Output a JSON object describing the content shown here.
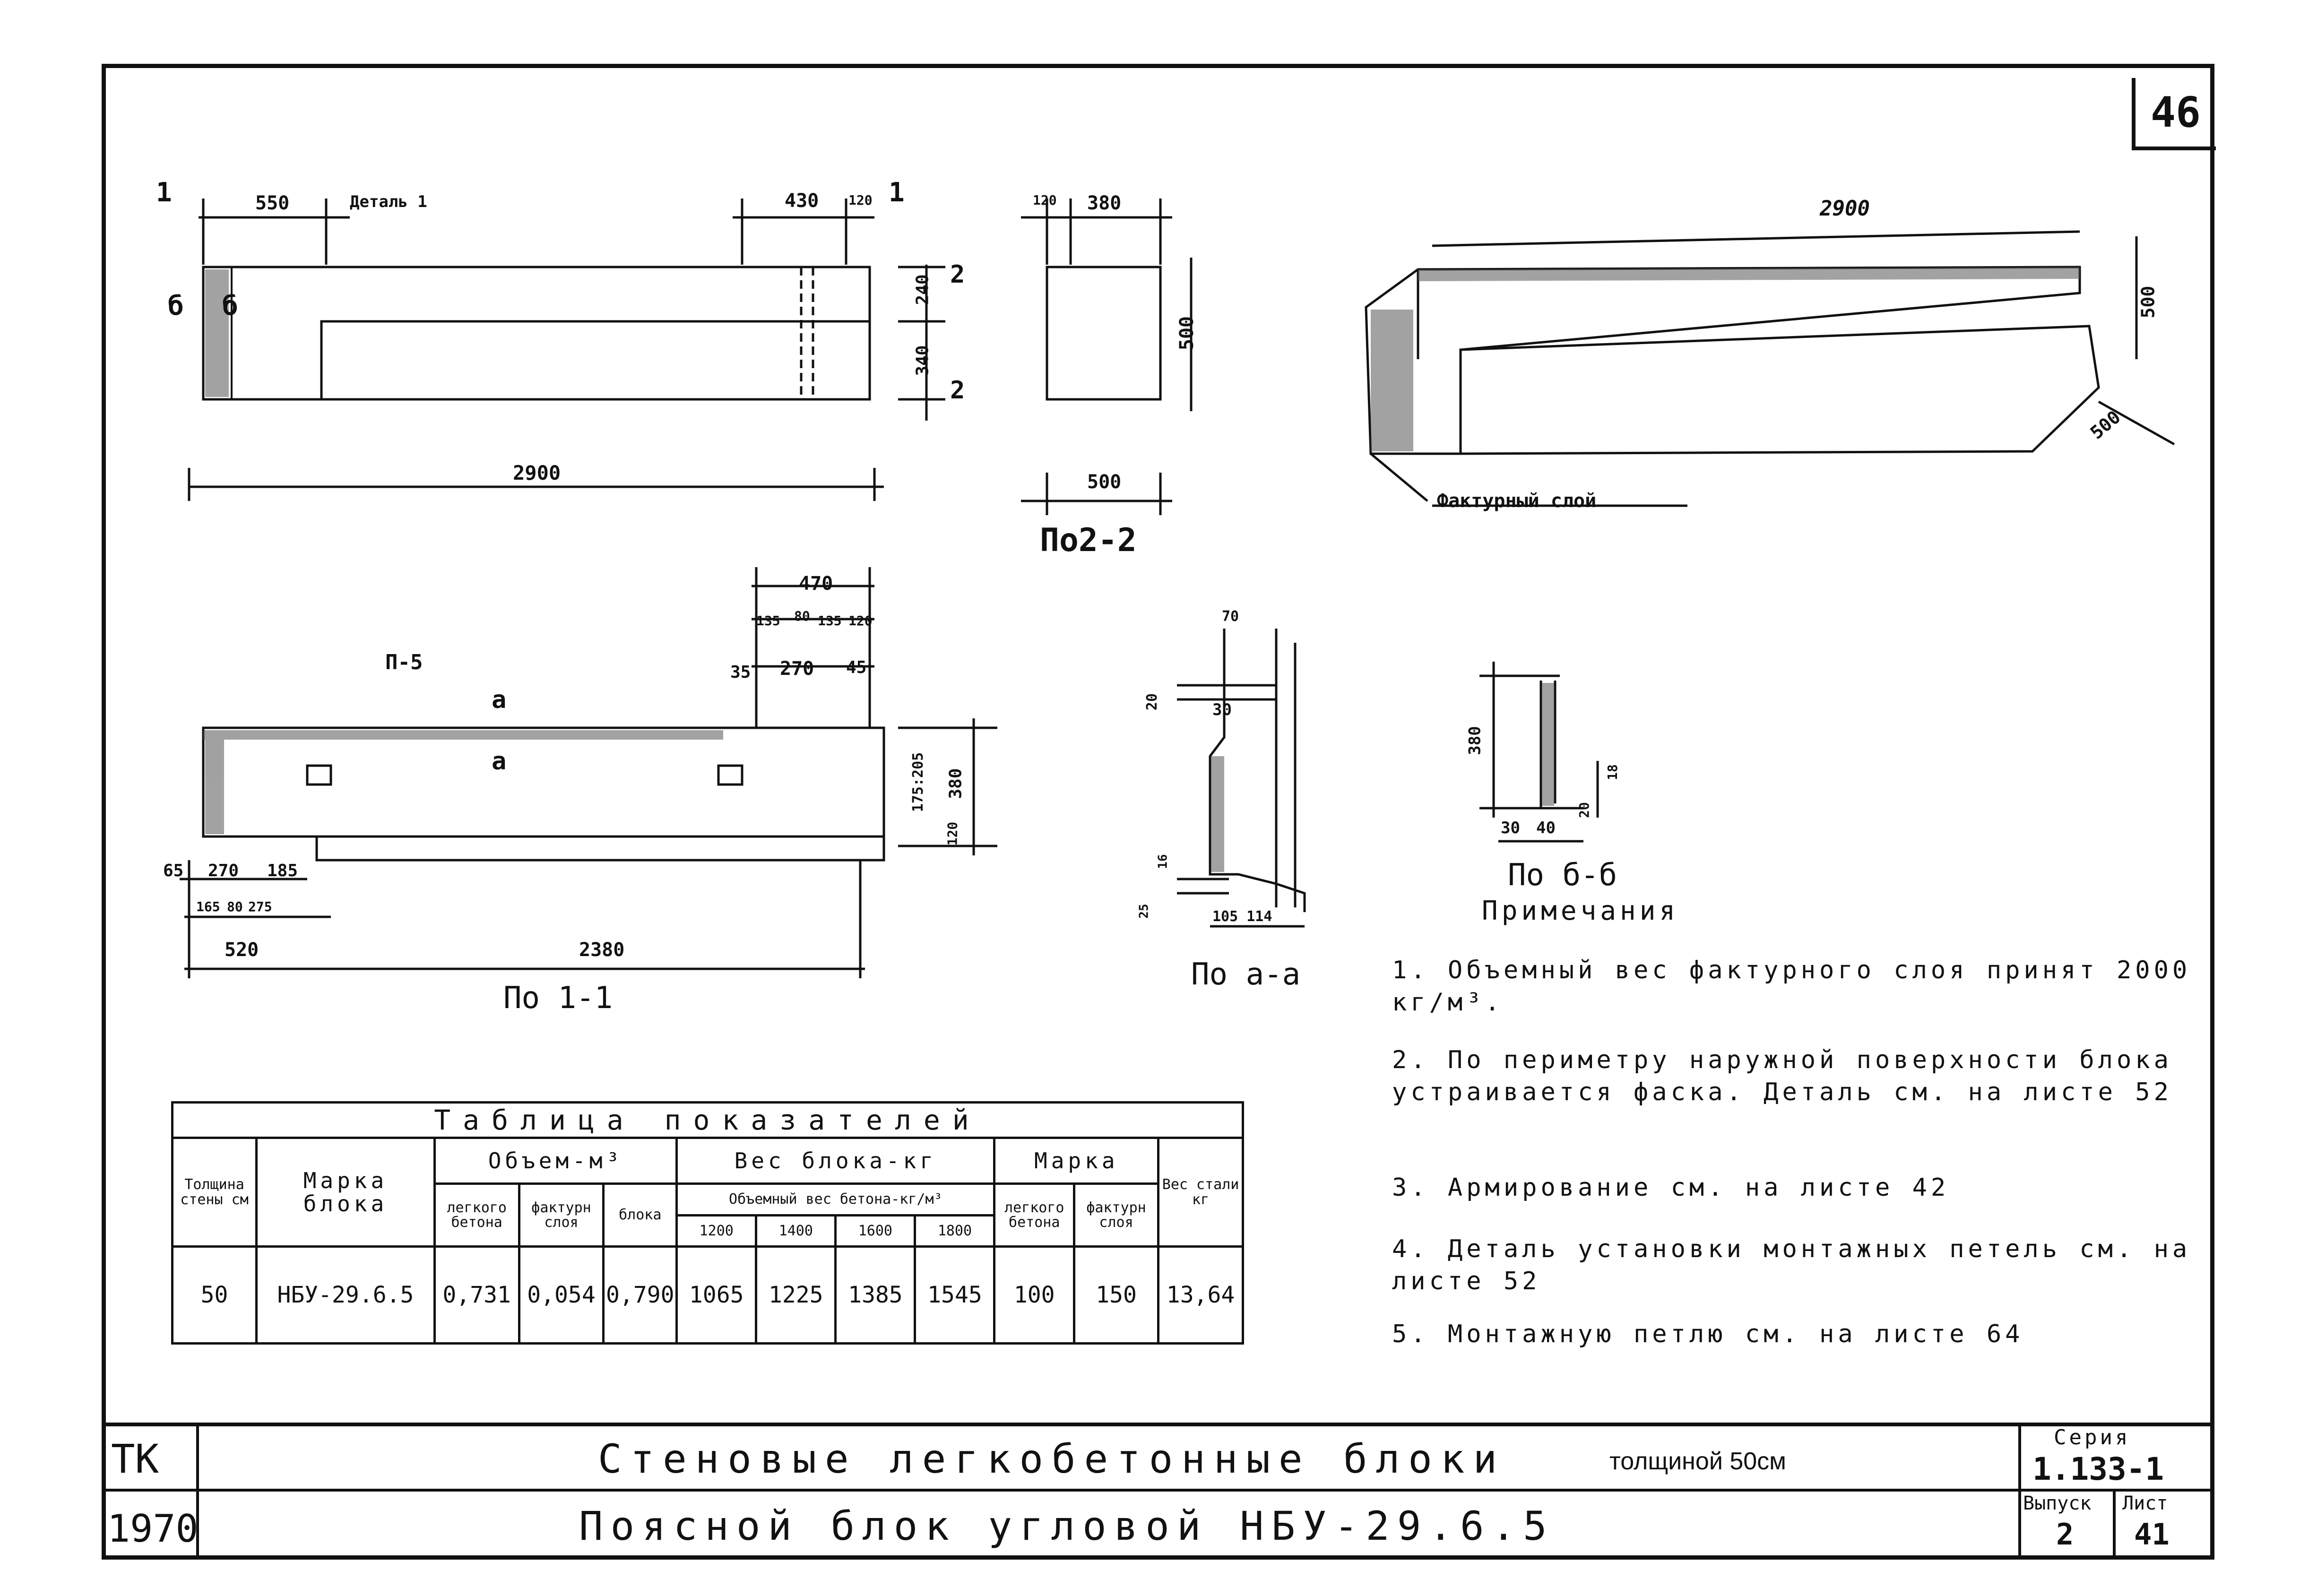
{
  "sheet": {
    "page_number": "46"
  },
  "drawings": {
    "plan_view": {
      "dim_total": "2900",
      "dim_left": "550",
      "dim_right": "430",
      "dim_right_small": "120",
      "section_mark": "1",
      "detail_label": "Деталь 1",
      "height_top": "240",
      "height_bottom": "340",
      "mark_2": "2",
      "mark_b": "б"
    },
    "section_2_2": {
      "dim_top_a": "120",
      "dim_top_b": "380",
      "dim_height": "500",
      "dim_bottom": "500",
      "caption": "По2-2"
    },
    "isometric": {
      "dim_length": "2900",
      "dim_height": "500",
      "dim_depth": "500",
      "label_layer": "Фактурный слой"
    },
    "section_1_1": {
      "dim_top_total": "470",
      "dim_a": "135",
      "dim_b": "80",
      "dim_c": "135",
      "dim_d": "120",
      "dim_e": "35",
      "dim_f": "270",
      "dim_g": "45",
      "dim_h": "175:205",
      "dim_i": "380",
      "dim_j": "120",
      "label_p5": "П-5",
      "label_a": "а",
      "dim_k": "65",
      "dim_l": "270",
      "dim_m": "185",
      "dim_n": "165",
      "dim_o": "80",
      "dim_p": "275",
      "dim_q": "520",
      "dim_r": "2380",
      "caption": "По 1-1"
    },
    "section_a_a": {
      "dim_top": "70",
      "dim_20": "20",
      "dim_30": "30",
      "dim_16": "16",
      "dim_25": "25",
      "dim_bottom": "105 114",
      "caption": "По а-а"
    },
    "section_b_b": {
      "dim_height": "380",
      "dim_30": "30",
      "dim_40": "40",
      "dim_18": "18",
      "dim_20": "20",
      "caption": "По б-б"
    }
  },
  "table": {
    "caption": "Таблица показателей",
    "headers": {
      "thickness": "Толщина стены см",
      "mark": "Марка блока",
      "volume": "Объем-м³",
      "vol_light": "легкого бетона",
      "vol_fact": "фактурн слоя",
      "vol_block": "блока",
      "weight": "Вес блока-кг",
      "weight_sub": "Объемный вес бетона-кг/м³",
      "w1200": "1200",
      "w1400": "1400",
      "w1600": "1600",
      "w1800": "1800",
      "grade": "Марка",
      "grade_light": "легкого бетона",
      "grade_fact": "фактурн слоя",
      "steel": "Вес стали кг"
    },
    "row": {
      "thickness": "50",
      "mark": "НБУ-29.6.5",
      "vol_light": "0,731",
      "vol_fact": "0,054",
      "vol_block": "0,790",
      "w1200": "1065",
      "w1400": "1225",
      "w1600": "1385",
      "w1800": "1545",
      "grade_light": "100",
      "grade_fact": "150",
      "steel": "13,64"
    }
  },
  "notes": {
    "title": "Примечания",
    "items": [
      "1. Объемный вес фактурного слоя принят 2000 кг/м³.",
      "2. По периметру наружной поверхности блока устраивается фаска. Деталь см. на листе 52",
      "3. Армирование см. на листе 42",
      "4. Деталь установки монтажных петель см. на листе 52",
      "5. Монтажную петлю см. на листе 64"
    ]
  },
  "title_block": {
    "code": "ТК",
    "year": "1970",
    "title_main": "Стеновые легкобетонные блоки",
    "title_suffix": "толщиной 50см",
    "subtitle": "Поясной блок угловой НБУ-29.6.5",
    "series_label": "Серия",
    "series_value": "1.133-1",
    "issue_label": "Выпуск",
    "issue_value": "2",
    "sheet_label": "Лист",
    "sheet_value": "41"
  }
}
